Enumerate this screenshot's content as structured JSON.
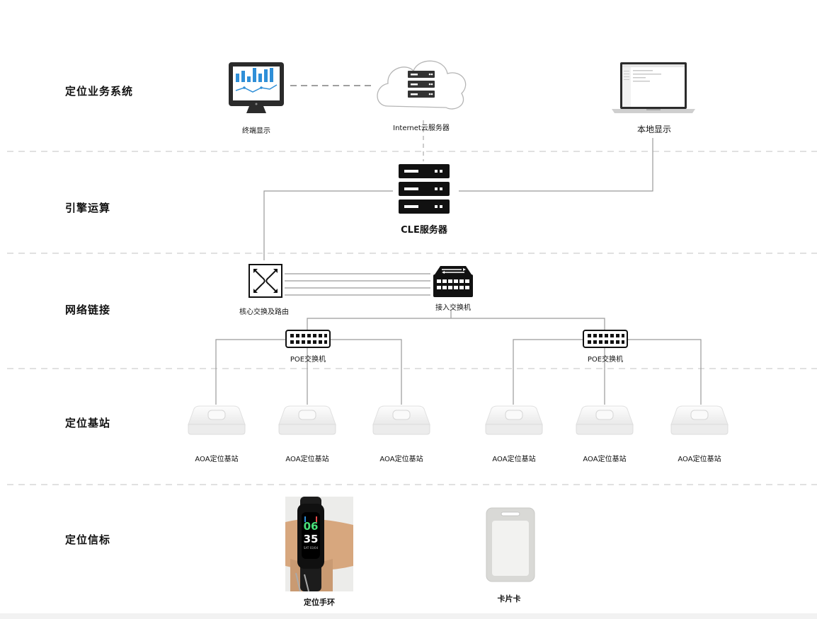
{
  "layers": [
    {
      "id": "business",
      "label": "定位业务系统"
    },
    {
      "id": "engine",
      "label": "引擎运算"
    },
    {
      "id": "network",
      "label": "网络链接"
    },
    {
      "id": "station",
      "label": "定位基站"
    },
    {
      "id": "beacon",
      "label": "定位信标"
    }
  ],
  "nodes": {
    "terminal_display": "终端显示",
    "cloud_server": "Internet云服务器",
    "local_display": "本地显示",
    "cle_server": "CLE服务器",
    "core_switch": "核心交换及路由",
    "access_switch": "接入交换机",
    "poe_switch_left": "POE交换机",
    "poe_switch_right": "POE交换机",
    "aoa_1": "AOA定位基站",
    "aoa_2": "AOA定位基站",
    "aoa_3": "AOA定位基站",
    "aoa_4": "AOA定位基站",
    "aoa_5": "AOA定位基站",
    "aoa_6": "AOA定位基站",
    "wristband": "定位手环",
    "card": "卡片卡"
  },
  "wristband_screen": {
    "hour": "06",
    "minute": "35",
    "date": "SAT 03/04"
  },
  "colors": {
    "line": "#9a9a9a",
    "divider": "#cfcfcf",
    "chart_blue": "#2f8fd8",
    "screen_dark": "#2b2b2b"
  }
}
